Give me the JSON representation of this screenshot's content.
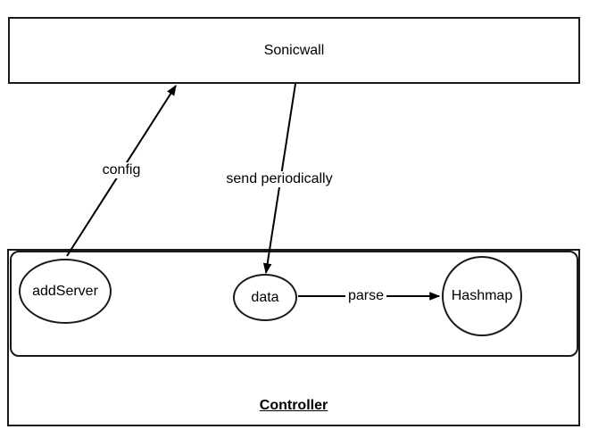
{
  "diagram": {
    "background_color": "#ffffff",
    "stroke_color": "#1a1a1a",
    "text_color": "#000000",
    "nodes": {
      "sonicwall": {
        "label": "Sonicwall",
        "shape": "rectangle"
      },
      "controller": {
        "label": "Controller",
        "shape": "rectangle-container"
      },
      "addserver": {
        "label": "addServer",
        "shape": "ellipse"
      },
      "data": {
        "label": "data",
        "shape": "ellipse"
      },
      "hashmap": {
        "label": "Hashmap",
        "shape": "circle"
      }
    },
    "edges": [
      {
        "label": "config",
        "from": "addServer",
        "to": "Sonicwall",
        "direction": "up"
      },
      {
        "label": "send periodically",
        "from": "Sonicwall",
        "to": "data",
        "direction": "down"
      },
      {
        "label": "parse",
        "from": "data",
        "to": "Hashmap",
        "direction": "right"
      }
    ]
  }
}
